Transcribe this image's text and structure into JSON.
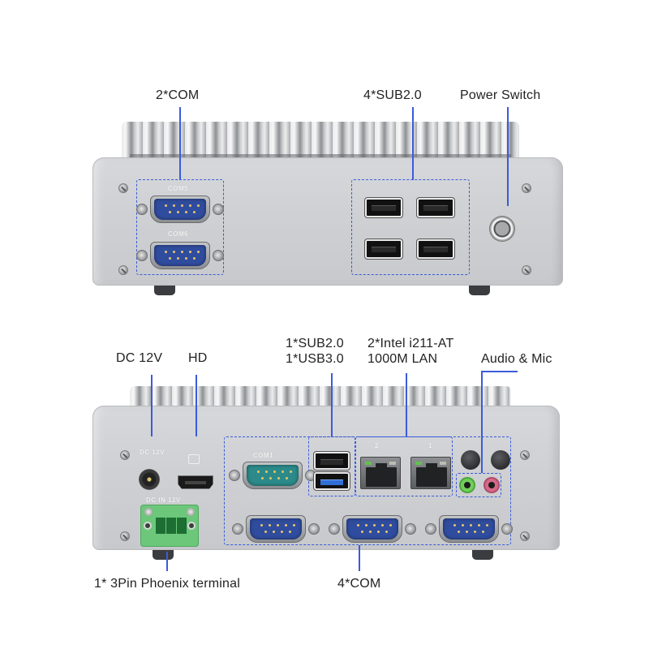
{
  "top_view": {
    "labels": {
      "com": "2*COM",
      "usb": "4*SUB2.0",
      "power": "Power Switch"
    },
    "port_silkscreen": [
      "COM5",
      "COM6"
    ],
    "ports": {
      "com_count": 2,
      "usb_count": 4,
      "power_switch_count": 1
    }
  },
  "bottom_view": {
    "labels": {
      "dc": "DC 12V",
      "hd": "HD",
      "usb_line1": "1*SUB2.0",
      "usb_line2": "1*USB3.0",
      "lan_line1": "2*Intel i211-AT",
      "lan_line2": "1000M LAN",
      "audio": "Audio & Mic",
      "phoenix": "1* 3Pin Phoenix terminal",
      "com": "4*COM"
    },
    "port_silkscreen": {
      "dc": "DC 12V",
      "com1": "COM1",
      "lan2": "2",
      "lan1": "1",
      "phoenix": "DC IN 12V"
    }
  },
  "colors": {
    "annotation_line": "#3b5bdb",
    "label_text": "#222222",
    "com_blue": "#2f4c9e",
    "com_teal": "#2c8a8a",
    "usb3_blue": "#2f6fd6",
    "phoenix_green": "#6cc77a",
    "audio_green": "#6fcf5a",
    "mic_pink": "#d56a88",
    "chassis": "#cfd1d4"
  }
}
